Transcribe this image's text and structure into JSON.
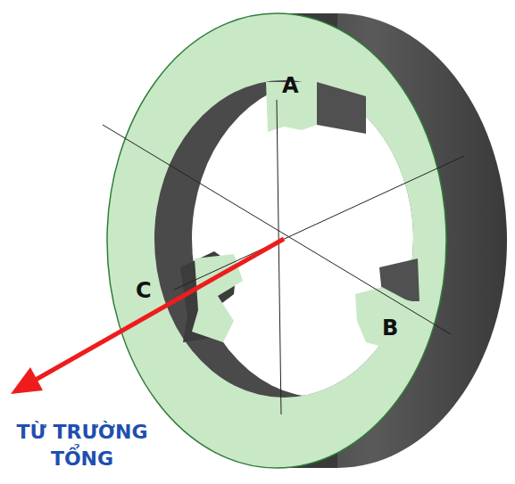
{
  "diagram": {
    "labels": [
      "A",
      "B",
      "C",
      "TỪ TRƯỜNG TỔNG"
    ]
  }
}
